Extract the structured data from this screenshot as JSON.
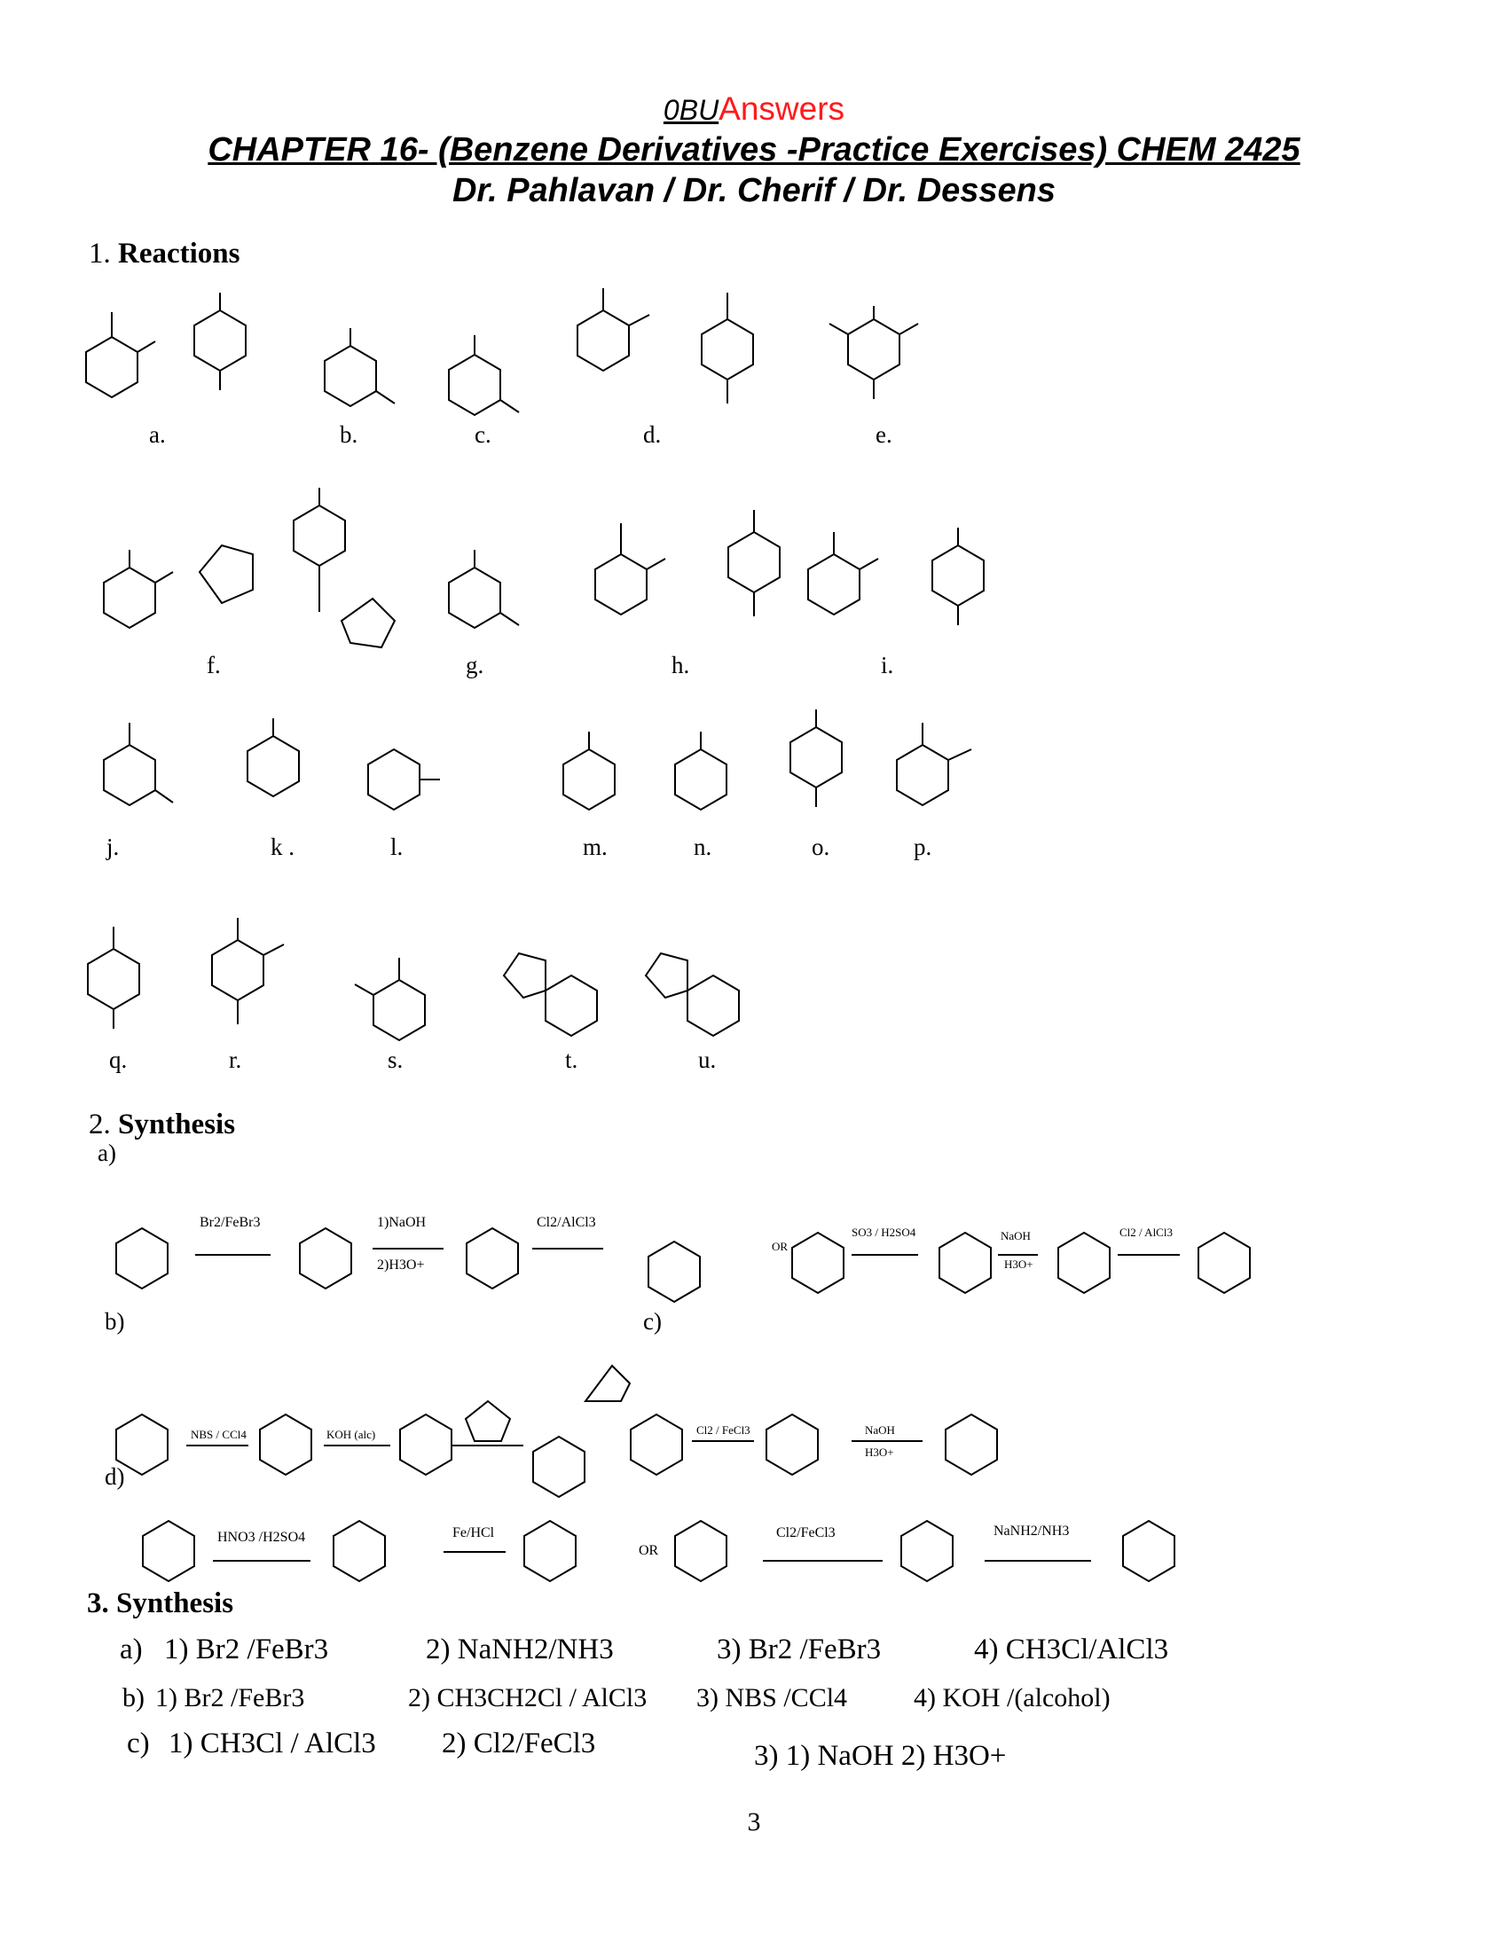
{
  "header": {
    "source_prefix": "0BU",
    "source_name": "Answers",
    "title": "CHAPTER 16- (Benzene Derivatives -Practice Exercises) CHEM 2425",
    "authors": "Dr. Pahlavan / Dr. Cherif / Dr. Dessens"
  },
  "section1": {
    "number": "1.",
    "heading": "Reactions",
    "item_labels": [
      "a.",
      "b.",
      "c.",
      "d.",
      "e.",
      "f.",
      "g.",
      "h.",
      "i.",
      "j.",
      "k .",
      "l.",
      "m.",
      "n.",
      "o.",
      "p.",
      "q.",
      "r.",
      "s.",
      "t.",
      "u."
    ]
  },
  "section2": {
    "number": "2.",
    "heading": "Synthesis",
    "part_labels": [
      "a)",
      "b)",
      "c)",
      "d)"
    ],
    "or_label": "OR",
    "reagents_a": [
      "Br2/FeBr3",
      "1)NaOH",
      "2)H3O+",
      "Cl2/AlCl3",
      "SO3 / H2SO4",
      "NaOH",
      "H3O+",
      "Cl2 / AlCl3"
    ],
    "reagents_b": [
      "NBS / CCl4",
      "KOH (alc)"
    ],
    "reagents_c": [
      "Cl2 / FeCl3",
      "NaOH",
      "H3O+"
    ],
    "reagents_d": [
      "HNO3 /H2SO4",
      "Fe/HCl",
      "Cl2/FeCl3",
      "NaNH2/NH3"
    ]
  },
  "section3": {
    "heading": "3. Synthesis",
    "rows": [
      {
        "label": "a)",
        "steps": [
          "1) Br2 /FeBr3",
          "2) NaNH2/NH3",
          "3) Br2 /FeBr3",
          "4) CH3Cl/AlCl3"
        ]
      },
      {
        "label": "b)",
        "steps": [
          "1) Br2 /FeBr3",
          "2) CH3CH2Cl / AlCl3",
          "3) NBS /CCl4",
          "4) KOH /(alcohol)"
        ]
      },
      {
        "label": "c)",
        "steps": [
          "1) CH3Cl / AlCl3",
          "2) Cl2/FeCl3",
          "3) 1) NaOH 2) H3O+"
        ]
      }
    ]
  },
  "page_number": "3"
}
